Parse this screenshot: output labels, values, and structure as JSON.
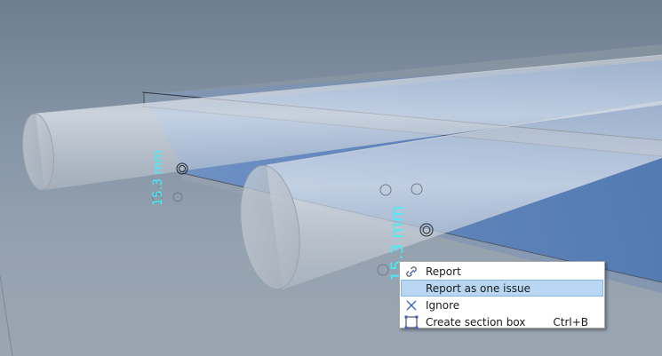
{
  "viewport": {
    "dimension_labels": [
      "15.3 mm",
      "15.3 mm"
    ]
  },
  "context_menu": {
    "items": [
      {
        "label": "Report",
        "icon": "link-icon",
        "shortcut": "",
        "highlighted": false
      },
      {
        "label": "Report as one issue",
        "icon": "",
        "shortcut": "",
        "highlighted": true
      },
      {
        "label": "Ignore",
        "icon": "x-icon",
        "shortcut": "",
        "highlighted": false
      },
      {
        "label": "Create section box",
        "icon": "section-box-icon",
        "shortcut": "Ctrl+B",
        "highlighted": false
      }
    ]
  },
  "colors": {
    "dimension_text": "#3ff0f8",
    "menu_highlight": "#b9d7f2",
    "icon_blue": "#3a5fc8"
  }
}
